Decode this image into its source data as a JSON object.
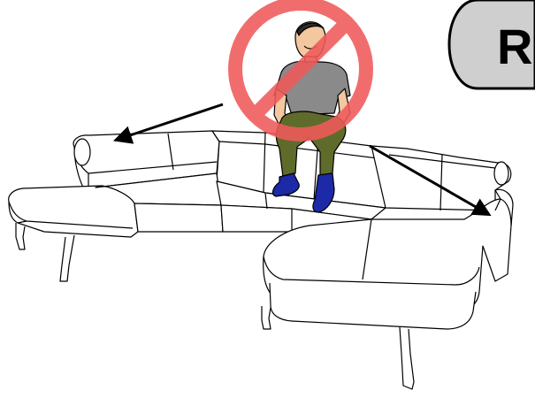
{
  "badge": {
    "letter": "R"
  },
  "icons": {
    "prohibition": "no-sitting-on-backrest-icon",
    "sofa": "corner-sofa-illustration",
    "person": "seated-person-figure",
    "arrows": "direction-arrow-icon"
  },
  "colors": {
    "prohibition_sign": "#f05a5a",
    "badge_fill": "#cfcfcf",
    "shirt": "#8a8a8a",
    "trousers": "#5f6b2a",
    "shoes": "#1c2aa8",
    "skin": "#f3c7a0",
    "outline": "#000000"
  }
}
